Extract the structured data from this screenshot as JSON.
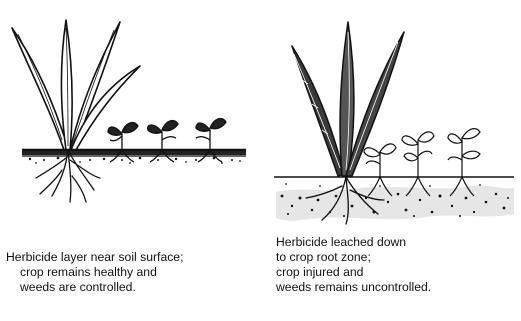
{
  "panels": [
    {
      "caption_lines": [
        "Herbicide layer near soil surface;",
        "crop remains healthy and",
        "weeds are controlled."
      ]
    },
    {
      "caption_lines": [
        "Herbicide leached down",
        "to crop root zone;",
        "crop injured and",
        "weeds remains uncontrolled."
      ]
    }
  ],
  "colors": {
    "ink": "#111111",
    "paper": "#ffffff"
  }
}
